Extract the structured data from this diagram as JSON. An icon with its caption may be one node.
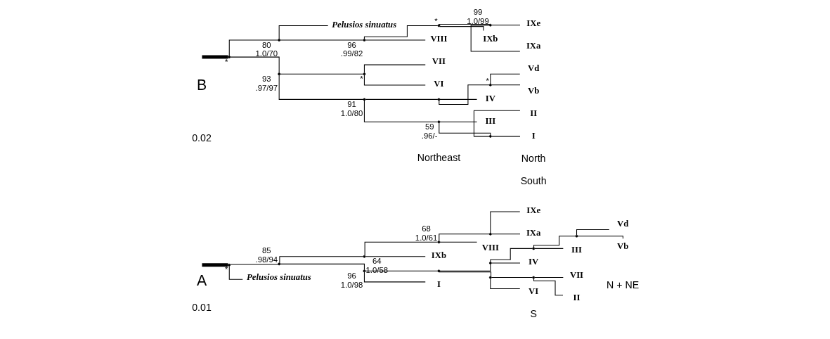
{
  "diagram": {
    "nodes": [
      {
        "text": [],
        "shape": "point",
        "beside": [
          "*"
        ]
      },
      {
        "text": [
          "Pelusios sinuatus"
        ]
      },
      {
        "text": [],
        "shape": "point",
        "beside": [
          "85",
          ".98/94"
        ]
      },
      {
        "text": [],
        "shape": "point",
        "beside": [
          "96",
          "1.0/98"
        ]
      },
      {
        "text": [
          "I"
        ]
      },
      {
        "text": [],
        "shape": "point"
      },
      {
        "text": [],
        "shape": "point"
      },
      {
        "text": [
          "VI"
        ]
      },
      {
        "text": [],
        "shape": "point"
      },
      {
        "text": [
          "II"
        ]
      },
      {
        "text": [
          "VII"
        ]
      },
      {
        "text": [],
        "shape": "point"
      },
      {
        "text": [
          "IV"
        ]
      },
      {
        "text": [],
        "shape": "point"
      },
      {
        "text": [
          "III"
        ]
      },
      {
        "text": [],
        "shape": "point"
      },
      {
        "text": [
          "Vb"
        ]
      },
      {
        "text": [
          "Vd"
        ]
      },
      {
        "text": [],
        "shape": "point",
        "beside": [
          "64",
          "1.0/58"
        ]
      },
      {
        "text": [
          "IXb"
        ]
      },
      {
        "text": [],
        "shape": "point",
        "beside": [
          "68",
          "1.0/61"
        ]
      },
      {
        "text": [
          "VIII"
        ]
      },
      {
        "text": [],
        "shape": "point"
      },
      {
        "text": [
          "IXa"
        ]
      },
      {
        "text": [
          "IXe"
        ]
      },
      {
        "text": [],
        "shape": "point",
        "beside": [
          "*"
        ]
      },
      {
        "text": [],
        "shape": "point",
        "beside": [
          "93",
          ".97/97"
        ]
      },
      {
        "text": [],
        "shape": "point",
        "beside": [
          "91",
          "1.0/80"
        ]
      },
      {
        "text": [],
        "shape": "point",
        "beside": [
          "59",
          ".96/-"
        ]
      },
      {
        "text": [],
        "shape": "point"
      },
      {
        "text": [
          "I"
        ]
      },
      {
        "text": [
          "II"
        ]
      },
      {
        "text": [
          "III"
        ]
      },
      {
        "text": [],
        "shape": "point"
      },
      {
        "text": [
          "IV"
        ]
      },
      {
        "text": [],
        "shape": "point",
        "beside": [
          "*"
        ]
      },
      {
        "text": [
          "Vb"
        ]
      },
      {
        "text": [
          "Vd"
        ]
      },
      {
        "text": [],
        "shape": "point",
        "beside": [
          "*"
        ]
      },
      {
        "text": [
          "VI"
        ]
      },
      {
        "text": [
          "VII"
        ]
      },
      {
        "text": [],
        "shape": "point",
        "beside": [
          "80",
          "1.0/70"
        ]
      },
      {
        "text": [],
        "shape": "point",
        "beside": [
          "96",
          ".99/82"
        ]
      },
      {
        "text": [
          "VIII"
        ]
      },
      {
        "text": [],
        "shape": "point",
        "beside": [
          "*"
        ]
      },
      {
        "text": [
          "IXb"
        ]
      },
      {
        "text": [],
        "shape": "point",
        "beside": [
          "99",
          "1.0/99"
        ]
      },
      {
        "text": [
          "IXa"
        ]
      },
      {
        "text": [
          "IXe"
        ]
      },
      {
        "text": [
          "Pelusios sinuatus"
        ]
      }
    ],
    "edges": [
      {
        "from": null,
        "to": 0,
        "arrow": "none",
        "style": "thick"
      },
      {
        "from": 0,
        "to": 1,
        "arrow": "none"
      },
      {
        "from": 0,
        "to": 2,
        "arrow": "none"
      },
      {
        "from": 2,
        "to": 3,
        "arrow": "none"
      },
      {
        "from": 3,
        "to": 4,
        "arrow": "none"
      },
      {
        "from": 3,
        "to": 5,
        "arrow": "none"
      },
      {
        "from": 5,
        "to": 6,
        "arrow": "none"
      },
      {
        "from": 6,
        "to": 7,
        "arrow": "none"
      },
      {
        "from": 6,
        "to": 8,
        "arrow": "none"
      },
      {
        "from": 8,
        "to": 9,
        "arrow": "none"
      },
      {
        "from": 8,
        "to": 10,
        "arrow": "none"
      },
      {
        "from": 5,
        "to": 11,
        "arrow": "none"
      },
      {
        "from": 11,
        "to": 12,
        "arrow": "none"
      },
      {
        "from": 11,
        "to": 13,
        "arrow": "none"
      },
      {
        "from": 13,
        "to": 14,
        "arrow": "none"
      },
      {
        "from": 13,
        "to": 15,
        "arrow": "none"
      },
      {
        "from": 15,
        "to": 16,
        "arrow": "none"
      },
      {
        "from": 15,
        "to": 17,
        "arrow": "none"
      },
      {
        "from": 2,
        "to": 18,
        "arrow": "none"
      },
      {
        "from": 18,
        "to": 19,
        "arrow": "none"
      },
      {
        "from": 18,
        "to": 20,
        "arrow": "none"
      },
      {
        "from": 20,
        "to": 21,
        "arrow": "none"
      },
      {
        "from": 20,
        "to": 22,
        "arrow": "none"
      },
      {
        "from": 22,
        "to": 23,
        "arrow": "none"
      },
      {
        "from": 22,
        "to": 24,
        "arrow": "none"
      },
      {
        "from": null,
        "to": 25,
        "arrow": "none",
        "style": "thick"
      },
      {
        "from": 25,
        "to": 26,
        "arrow": "none"
      },
      {
        "from": 26,
        "to": 27,
        "arrow": "none"
      },
      {
        "from": 27,
        "to": 28,
        "arrow": "none"
      },
      {
        "from": 28,
        "to": 29,
        "arrow": "none"
      },
      {
        "from": 29,
        "to": 30,
        "arrow": "none"
      },
      {
        "from": 29,
        "to": 31,
        "arrow": "none"
      },
      {
        "from": 28,
        "to": 32,
        "arrow": "none"
      },
      {
        "from": 27,
        "to": 33,
        "arrow": "none"
      },
      {
        "from": 33,
        "to": 34,
        "arrow": "none"
      },
      {
        "from": 33,
        "to": 35,
        "arrow": "none"
      },
      {
        "from": 35,
        "to": 36,
        "arrow": "none"
      },
      {
        "from": 35,
        "to": 37,
        "arrow": "none"
      },
      {
        "from": 26,
        "to": 38,
        "arrow": "none"
      },
      {
        "from": 38,
        "to": 39,
        "arrow": "none"
      },
      {
        "from": 38,
        "to": 40,
        "arrow": "none"
      },
      {
        "from": 25,
        "to": 41,
        "arrow": "none"
      },
      {
        "from": 41,
        "to": 42,
        "arrow": "none"
      },
      {
        "from": 42,
        "to": 43,
        "arrow": "none"
      },
      {
        "from": 42,
        "to": 44,
        "arrow": "none"
      },
      {
        "from": 44,
        "to": 45,
        "arrow": "none"
      },
      {
        "from": 44,
        "to": 46,
        "arrow": "none"
      },
      {
        "from": 46,
        "to": 47,
        "arrow": "none"
      },
      {
        "from": 46,
        "to": 48,
        "arrow": "none"
      },
      {
        "from": 41,
        "to": 49,
        "arrow": "none"
      }
    ],
    "labels": [
      "A",
      "B",
      "N + NE",
      "S",
      "North",
      "Northeast",
      "South",
      "0.01",
      "0.02"
    ]
  }
}
